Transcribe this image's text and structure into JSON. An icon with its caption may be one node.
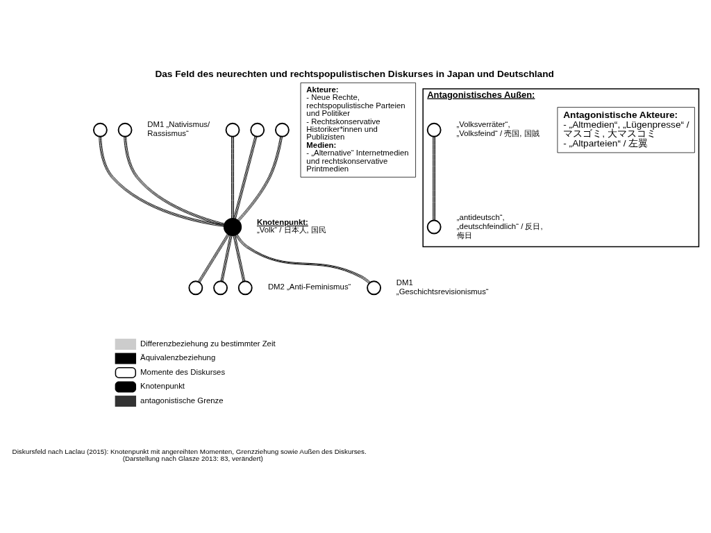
{
  "diagram": {
    "title": "Das Feld des neurechten und rechtspopulistischen Diskurses in Japan und Deutschland",
    "caption": "Diskursfeld nach Laclau (2015): Knotenpunkt mit angereihten Momenten, Grenzziehung sowie Außen des Diskurses. (Darstellung nach Glasze 2013: 83, verändert)",
    "nodes": [
      {
        "text": [],
        "shape": "circle",
        "beside": [
          "Knotenpunkt:",
          "„Volk“ / 日本人, 国民"
        ]
      },
      {
        "text": [],
        "shape": "circle"
      },
      {
        "text": [],
        "shape": "circle",
        "beside": [
          "DM1 „Nativismus/ Rassismus“"
        ]
      },
      {
        "text": [],
        "shape": "circle"
      },
      {
        "text": [],
        "shape": "circle"
      },
      {
        "text": [],
        "shape": "circle"
      },
      {
        "text": [],
        "shape": "circle"
      },
      {
        "text": [],
        "shape": "circle"
      },
      {
        "text": [],
        "shape": "circle",
        "beside": [
          "DM2 „Anti-Feminismus“"
        ]
      },
      {
        "text": [],
        "shape": "circle",
        "beside": [
          "DM1 „Geschichtsrevisionismus“"
        ]
      },
      {
        "text": [
          "Akteure:",
          "- Neue Rechte, rechtspopulistische Parteien und Politiker",
          "- Rechtskonservative Historiker*innen und Publizisten",
          "Medien:",
          "- „Alternative“ Internetmedien und rechtskonservative Printmedien"
        ]
      },
      {
        "text": [
          "Antagonistisches Außen:"
        ]
      },
      {
        "text": [
          "Antagonistische Akteure:",
          "- „Altmedien“, „Lügenpresse“ / マスゴミ, 大マスコミ",
          "- „Altparteien“ / 左翼"
        ],
        "in": 11
      },
      {
        "text": [],
        "shape": "circle",
        "in": 11,
        "beside": [
          "„Volksverräter“, „Volksfeind“ / 売国, 国賊"
        ]
      },
      {
        "text": [],
        "shape": "circle",
        "in": 11,
        "beside": [
          "„antideutsch“, „deutschfeindlich“ / 反日, 侮日"
        ]
      }
    ],
    "edges": [
      {
        "from": 0,
        "to": 1,
        "arrow": "none"
      },
      {
        "from": 0,
        "to": 2,
        "arrow": "none"
      },
      {
        "from": 0,
        "to": 3,
        "arrow": "none"
      },
      {
        "from": 0,
        "to": 4,
        "arrow": "none"
      },
      {
        "from": 0,
        "to": 5,
        "arrow": "none"
      },
      {
        "from": 0,
        "to": 6,
        "arrow": "none"
      },
      {
        "from": 0,
        "to": 7,
        "arrow": "none"
      },
      {
        "from": 0,
        "to": 8,
        "arrow": "none"
      },
      {
        "from": 0,
        "to": 9,
        "arrow": "none"
      },
      {
        "from": 13,
        "to": 14,
        "arrow": "none"
      }
    ],
    "legend": [
      {
        "text": "Differenzbeziehung zu bestimmter Zeit"
      },
      {
        "text": "Äquivalenzbeziehung"
      },
      {
        "text": "Momente des Diskurses"
      },
      {
        "text": "Knotenpunkt"
      },
      {
        "text": "antagonistische Grenze"
      }
    ]
  }
}
